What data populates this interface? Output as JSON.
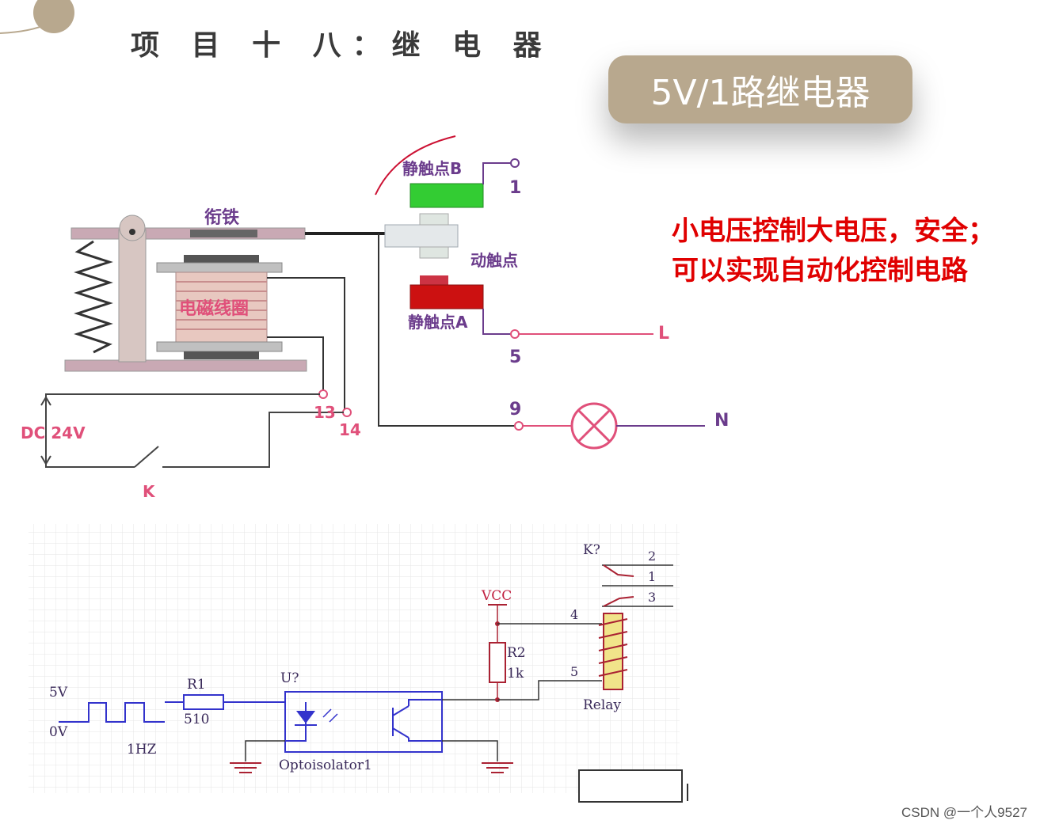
{
  "page": {
    "title": "项 目 十 八：继 电 器",
    "badge": "5V/1路继电器",
    "notes": [
      "小电压控制大电压，安全；",
      "可以实现自动化控制电路"
    ],
    "credit": "CSDN @一个人9527"
  },
  "relay_diagram": {
    "armature": "衔铁",
    "coil": "电磁线圈",
    "static_contact_b": "静触点B",
    "static_contact_a": "静触点A",
    "moving_contact": "动触点",
    "terminal_1": "1",
    "terminal_5": "5",
    "terminal_9": "9",
    "terminal_13": "13",
    "terminal_14": "14",
    "line_l": "L",
    "line_n": "N",
    "supply": "DC 24V",
    "switch_k": "K"
  },
  "schematic": {
    "label_5v": "5V",
    "label_0v": "0V",
    "label_1hz": "1HZ",
    "r1": "R1",
    "r1_value": "510",
    "u": "U?",
    "optoisolator": "Optoisolator1",
    "vcc": "VCC",
    "r2": "R2",
    "r2_value": "1k",
    "k": "K?",
    "pin_2": "2",
    "pin_1": "1",
    "pin_3": "3",
    "pin_4": "4",
    "pin_5": "5",
    "relay": "Relay"
  },
  "colors": {
    "badge_bg": "#b8a88e",
    "note_red": "#e00000",
    "contact_green": "#33cc33",
    "contact_red": "#cc1111",
    "wire_pink": "#e0507a",
    "wire_purple": "#6b3c8c",
    "schematic_blue": "#3333cc",
    "schematic_red": "#aa2233"
  }
}
